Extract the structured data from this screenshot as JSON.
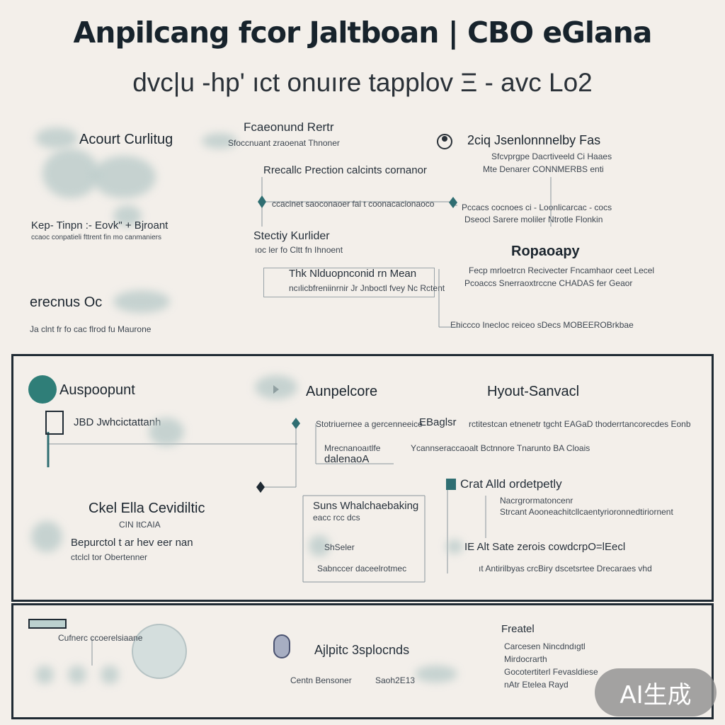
{
  "header": {
    "title": "Anpilcang fcor Jaltboan | CBO eGlana",
    "subtitle": "dvc|u -hp' ıct onuıre tapplov Ξ - avc Lo2"
  },
  "top": {
    "left": {
      "heading": "Acourt Curlitug",
      "label": "Kep- Tinpn :- Eovk\" + Bjroant",
      "label_small": "ccaoc conpatieli fttrent fin mo canmaniers",
      "footer": "erecnus Oc",
      "footer_small": "Ja clnt fr fo cac flrod fu Maurone"
    },
    "center": {
      "heading": "Fcaeonund Rertr",
      "heading_small": "Sfoccnuant zraoenat Thnoner",
      "row1": "Rrecallc Prection calcints cornanor",
      "row2": "ccacinet saoconaoer fai t coonacaclonaoco",
      "sub_heading": "Stectiy Kurlider",
      "sub_small": "ıoc ler fo Cltt fn Ihnoent",
      "box_label": "Thk Nlduopnconid rn Mean",
      "box_small": "ncılicbfreniinrnir Jr Jnboctl fvey Nc Rctent"
    },
    "right": {
      "heading": "2ciq Jsenlonnnelby Fas",
      "line1": "Sfcvprgpe Dacrtiveeld Ci Haaes",
      "line2": "Mte Denarer CONNMERBS enti",
      "row1": "Pccacs cocnoes ci - Loonlicarcac - cocs",
      "row2": "Dseocl Sarere moliler Ntrotle Flonkin",
      "heading2": "Ropaoapy",
      "line3": "Fecp mrloetrcn Recivecter Fncamhaor ceet Lecel",
      "line4": "Pcoaccs Snerraoxtrccne CHADAS fer Geaor",
      "line5": "Ehiccco Inecloc reiceo sDecs MOBEEROBrkbae"
    }
  },
  "middle": {
    "left": {
      "heading": "Auspoopunt",
      "item": "JBD Jwhcictattanh",
      "name": "Ckel Ella Cevidiltic",
      "name_small": "CIN ItCAIA",
      "note": "Bepurctol t ar hev eer nan",
      "note_small": "ctclcl tor Obertenner"
    },
    "center": {
      "heading": "Aunpelcore",
      "line1": "Stotriuernee a gercenneeice",
      "line2": "Mrecnanoaıtlfe",
      "line3": "dalenaoA",
      "box_label": "Suns Whalchaebaking",
      "box_small": "eacc rcc dcs",
      "row3": "ShSeler",
      "row3_small": "Sabnccer daceelrotmec"
    },
    "right": {
      "heading": "Hyout-Sanvacl",
      "inline": "EBaglsr",
      "line1": "rctitestcan etnenetr tgcht EAGaD thoderrtancorecdes Eonb",
      "line2": "Ycannseraccaoalt Bctnnore Tnarunto BA Cloais",
      "item1": "Crat Alld ordetpetly",
      "item1_small": "Nacrgrormatoncenr",
      "item1_small2": "Strcant Aooneachitcllcaentyrioronnedtiriornent",
      "item2": "IE Alt Sate zerois cowdcrpO=lEecl",
      "item2_small": "ıt Antirilbyas crcBiry dscetsrtee Drecaraes vhd"
    }
  },
  "bottom": {
    "left_label": "Cufnerc ccoerelsiaane",
    "center_title": "Ajlpitc 3splocnds",
    "center_small": "Centn Bensoner",
    "center_small2": "Saoh2E13",
    "right_title": "Freatel",
    "right_items": [
      "Carcesen Nincdndıgtl",
      "Mirdocrarth",
      "Gocotertiterl Fevasldiese",
      "nAtr Etelea Rayd"
    ]
  },
  "watermark": "AI生成"
}
